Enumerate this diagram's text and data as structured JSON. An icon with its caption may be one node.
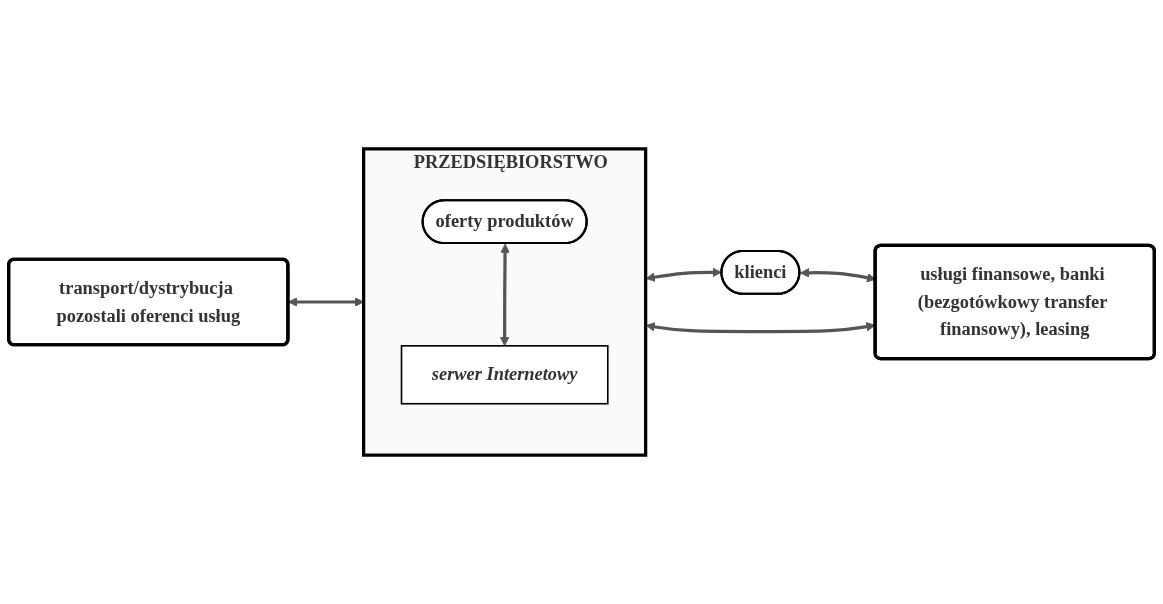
{
  "diagram": {
    "nodes": [
      {
        "text": [
          "PRZEDSIĘBIORSTWO"
        ]
      },
      {
        "text": [
          "oferty produktów"
        ],
        "in": 0
      },
      {
        "text": [
          "serwer Internetowy"
        ],
        "in": 0
      },
      {
        "text": [
          "transport/dystrybucja pozostali oferenci usług"
        ]
      },
      {
        "text": [
          "usługi finansowe, banki (bezgotówkowy transfer finansowy), leasing"
        ]
      },
      {
        "text": [
          "klienci"
        ]
      }
    ],
    "edges": [
      {
        "from": 3,
        "to": 0,
        "arrow": "both"
      },
      {
        "from": 1,
        "to": 2,
        "arrow": "both"
      },
      {
        "from": 0,
        "to": 4,
        "arrow": "both"
      },
      {
        "from": 0,
        "to": 5,
        "arrow": "both"
      },
      {
        "from": 5,
        "to": 4,
        "arrow": "both"
      }
    ]
  }
}
